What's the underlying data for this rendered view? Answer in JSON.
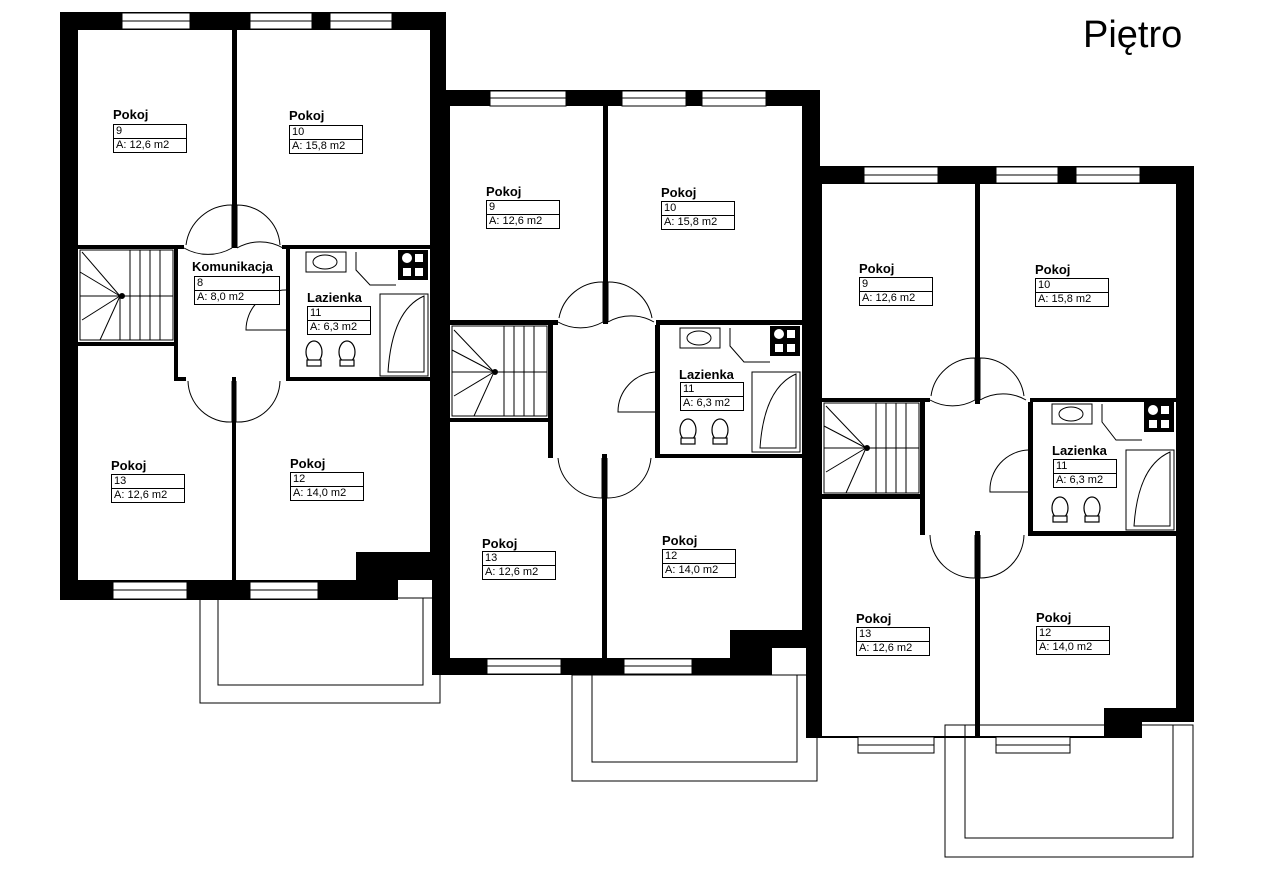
{
  "page_title": "Piętro",
  "units": [
    {
      "rooms": [
        {
          "name": "Pokoj",
          "number": "9",
          "area": "A: 12,6 m2"
        },
        {
          "name": "Pokoj",
          "number": "10",
          "area": "A: 15,8 m2"
        },
        {
          "name": "Komunikacja",
          "number": "8",
          "area": "A: 8,0 m2"
        },
        {
          "name": "Lazienka",
          "number": "11",
          "area": "A: 6,3 m2"
        },
        {
          "name": "Pokoj",
          "number": "13",
          "area": "A: 12,6 m2"
        },
        {
          "name": "Pokoj",
          "number": "12",
          "area": "A: 14,0 m2"
        }
      ]
    },
    {
      "rooms": [
        {
          "name": "Pokoj",
          "number": "9",
          "area": "A: 12,6 m2"
        },
        {
          "name": "Pokoj",
          "number": "10",
          "area": "A: 15,8 m2"
        },
        {
          "name": "Lazienka",
          "number": "11",
          "area": "A: 6,3 m2"
        },
        {
          "name": "Pokoj",
          "number": "13",
          "area": "A: 12,6 m2"
        },
        {
          "name": "Pokoj",
          "number": "12",
          "area": "A: 14,0 m2"
        }
      ]
    },
    {
      "rooms": [
        {
          "name": "Pokoj",
          "number": "9",
          "area": "A: 12,6 m2"
        },
        {
          "name": "Pokoj",
          "number": "10",
          "area": "A: 15,8 m2"
        },
        {
          "name": "Lazienka",
          "number": "11",
          "area": "A: 6,3 m2"
        },
        {
          "name": "Pokoj",
          "number": "13",
          "area": "A: 12,6 m2"
        },
        {
          "name": "Pokoj",
          "number": "12",
          "area": "A: 14,0 m2"
        }
      ]
    }
  ]
}
